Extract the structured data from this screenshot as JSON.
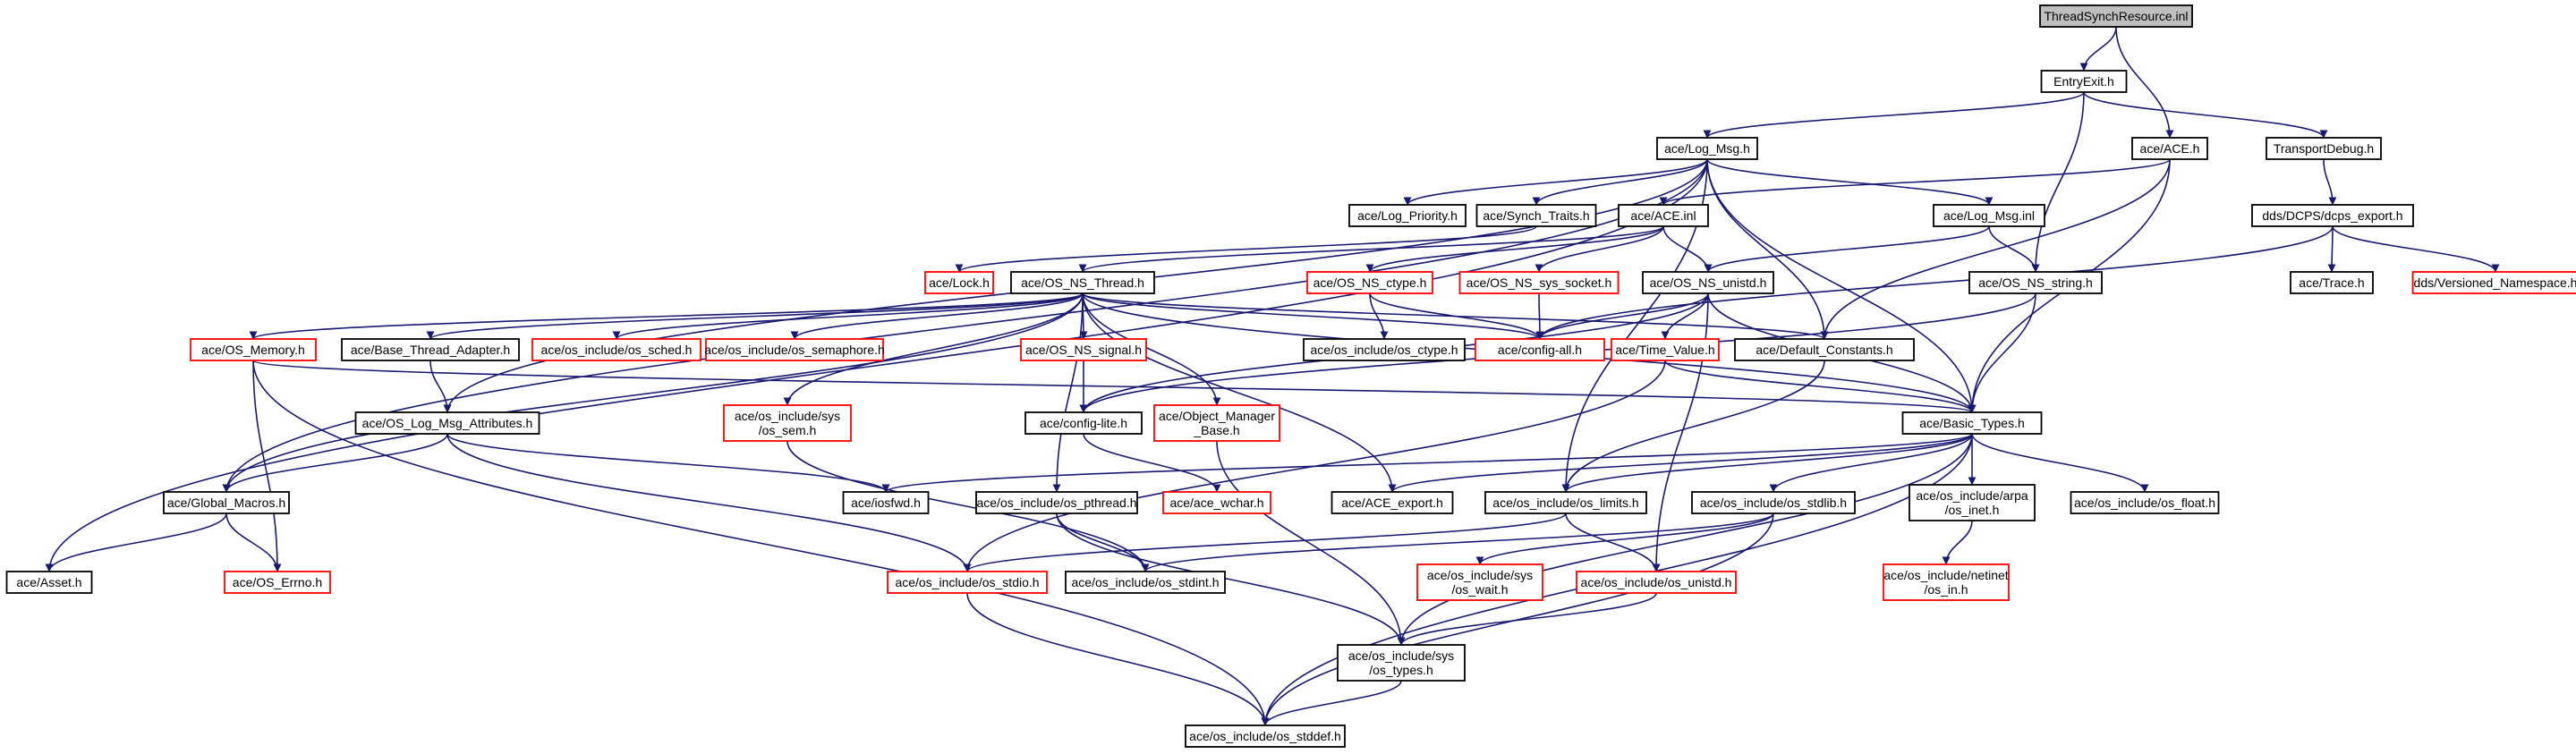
{
  "diagram": {
    "colors": {
      "edge": "#191970",
      "normal_border": "#000000",
      "normal_fill": "#ffffff",
      "missing_border": "#ff0000",
      "root_fill": "#bfbfbf"
    },
    "nodes": [
      {
        "id": "root",
        "lines": [
          "ThreadSynchResource.inl"
        ],
        "style": "root"
      },
      {
        "id": "entryexit",
        "lines": [
          "EntryExit.h"
        ],
        "style": "normal"
      },
      {
        "id": "ace_h",
        "lines": [
          "ace/ACE.h"
        ],
        "style": "normal"
      },
      {
        "id": "transportdebug",
        "lines": [
          "TransportDebug.h"
        ],
        "style": "normal"
      },
      {
        "id": "log_msg_h",
        "lines": [
          "ace/Log_Msg.h"
        ],
        "style": "normal"
      },
      {
        "id": "dcps_export",
        "lines": [
          "dds/DCPS/dcps_export.h"
        ],
        "style": "normal"
      },
      {
        "id": "log_priority",
        "lines": [
          "ace/Log_Priority.h"
        ],
        "style": "normal"
      },
      {
        "id": "synch_traits",
        "lines": [
          "ace/Synch_Traits.h"
        ],
        "style": "normal"
      },
      {
        "id": "ace_inl",
        "lines": [
          "ace/ACE.inl"
        ],
        "style": "normal"
      },
      {
        "id": "log_msg_inl",
        "lines": [
          "ace/Log_Msg.inl"
        ],
        "style": "normal"
      },
      {
        "id": "lock_h",
        "lines": [
          "ace/Lock.h"
        ],
        "style": "missing"
      },
      {
        "id": "os_ns_thread",
        "lines": [
          "ace/OS_NS_Thread.h"
        ],
        "style": "normal"
      },
      {
        "id": "os_ns_ctype",
        "lines": [
          "ace/OS_NS_ctype.h"
        ],
        "style": "missing"
      },
      {
        "id": "os_ns_sys_socket",
        "lines": [
          "ace/OS_NS_sys_socket.h"
        ],
        "style": "missing"
      },
      {
        "id": "os_ns_unistd",
        "lines": [
          "ace/OS_NS_unistd.h"
        ],
        "style": "normal"
      },
      {
        "id": "os_ns_string",
        "lines": [
          "ace/OS_NS_string.h"
        ],
        "style": "normal"
      },
      {
        "id": "trace_h",
        "lines": [
          "ace/Trace.h"
        ],
        "style": "normal"
      },
      {
        "id": "versioned_ns",
        "lines": [
          "dds/Versioned_Namespace.h"
        ],
        "style": "missing"
      },
      {
        "id": "os_memory",
        "lines": [
          "ace/OS_Memory.h"
        ],
        "style": "missing"
      },
      {
        "id": "base_thread_adapter",
        "lines": [
          "ace/Base_Thread_Adapter.h"
        ],
        "style": "normal"
      },
      {
        "id": "os_sched",
        "lines": [
          "ace/os_include/os_sched.h"
        ],
        "style": "missing"
      },
      {
        "id": "os_semaphore",
        "lines": [
          "ace/os_include/os_semaphore.h"
        ],
        "style": "missing"
      },
      {
        "id": "os_ns_signal",
        "lines": [
          "ace/OS_NS_signal.h"
        ],
        "style": "missing"
      },
      {
        "id": "os_ctype",
        "lines": [
          "ace/os_include/os_ctype.h"
        ],
        "style": "normal"
      },
      {
        "id": "config_all",
        "lines": [
          "ace/config-all.h"
        ],
        "style": "missing"
      },
      {
        "id": "time_value",
        "lines": [
          "ace/Time_Value.h"
        ],
        "style": "missing"
      },
      {
        "id": "default_constants",
        "lines": [
          "ace/Default_Constants.h"
        ],
        "style": "normal"
      },
      {
        "id": "os_sys_sem",
        "lines": [
          "ace/os_include/sys",
          "/os_sem.h"
        ],
        "style": "missing"
      },
      {
        "id": "config_lite",
        "lines": [
          "ace/config-lite.h"
        ],
        "style": "normal"
      },
      {
        "id": "object_manager_base",
        "lines": [
          "ace/Object_Manager",
          "_Base.h"
        ],
        "style": "missing"
      },
      {
        "id": "basic_types",
        "lines": [
          "ace/Basic_Types.h"
        ],
        "style": "normal"
      },
      {
        "id": "os_log_msg_attributes",
        "lines": [
          "ace/OS_Log_Msg_Attributes.h"
        ],
        "style": "normal"
      },
      {
        "id": "global_macros",
        "lines": [
          "ace/Global_Macros.h"
        ],
        "style": "normal"
      },
      {
        "id": "iosfwd",
        "lines": [
          "ace/iosfwd.h"
        ],
        "style": "normal"
      },
      {
        "id": "ace_wchar",
        "lines": [
          "ace/ace_wchar.h"
        ],
        "style": "missing"
      },
      {
        "id": "os_pthread",
        "lines": [
          "ace/os_include/os_pthread.h"
        ],
        "style": "normal"
      },
      {
        "id": "ace_export",
        "lines": [
          "ace/ACE_export.h"
        ],
        "style": "normal"
      },
      {
        "id": "os_limits",
        "lines": [
          "ace/os_include/os_limits.h"
        ],
        "style": "normal"
      },
      {
        "id": "os_stdlib",
        "lines": [
          "ace/os_include/os_stdlib.h"
        ],
        "style": "normal"
      },
      {
        "id": "arpa_inet",
        "lines": [
          "ace/os_include/arpa",
          "/os_inet.h"
        ],
        "style": "normal"
      },
      {
        "id": "os_float",
        "lines": [
          "ace/os_include/os_float.h"
        ],
        "style": "normal"
      },
      {
        "id": "asset_h",
        "lines": [
          "ace/Asset.h"
        ],
        "style": "normal"
      },
      {
        "id": "os_errno",
        "lines": [
          "ace/OS_Errno.h"
        ],
        "style": "missing"
      },
      {
        "id": "os_stdio",
        "lines": [
          "ace/os_include/os_stdio.h"
        ],
        "style": "missing"
      },
      {
        "id": "os_stdint",
        "lines": [
          "ace/os_include/os_stdint.h"
        ],
        "style": "normal"
      },
      {
        "id": "sys_os_wait",
        "lines": [
          "ace/os_include/sys",
          "/os_wait.h"
        ],
        "style": "missing"
      },
      {
        "id": "os_unistd",
        "lines": [
          "ace/os_include/os_unistd.h"
        ],
        "style": "missing"
      },
      {
        "id": "netinet_os_in",
        "lines": [
          "ace/os_include/netinet",
          "/os_in.h"
        ],
        "style": "missing"
      },
      {
        "id": "sys_os_types",
        "lines": [
          "ace/os_include/sys",
          "/os_types.h"
        ],
        "style": "normal"
      },
      {
        "id": "os_stddef",
        "lines": [
          "ace/os_include/os_stddef.h"
        ],
        "style": "normal"
      }
    ],
    "edges": [
      [
        "root",
        "entryexit"
      ],
      [
        "root",
        "ace_h"
      ],
      [
        "entryexit",
        "log_msg_h"
      ],
      [
        "entryexit",
        "transportdebug"
      ],
      [
        "entryexit",
        "os_ns_string"
      ],
      [
        "transportdebug",
        "dcps_export"
      ],
      [
        "dcps_export",
        "trace_h"
      ],
      [
        "dcps_export",
        "versioned_ns"
      ],
      [
        "dcps_export",
        "config_all"
      ],
      [
        "ace_h",
        "ace_inl"
      ],
      [
        "ace_h",
        "default_constants"
      ],
      [
        "ace_h",
        "basic_types"
      ],
      [
        "log_msg_h",
        "log_priority"
      ],
      [
        "log_msg_h",
        "synch_traits"
      ],
      [
        "log_msg_h",
        "log_msg_inl"
      ],
      [
        "log_msg_h",
        "default_constants"
      ],
      [
        "log_msg_h",
        "basic_types"
      ],
      [
        "log_msg_h",
        "os_limits"
      ],
      [
        "log_msg_h",
        "os_log_msg_attributes"
      ],
      [
        "log_msg_h",
        "global_macros"
      ],
      [
        "log_msg_h",
        "asset_h"
      ],
      [
        "synch_traits",
        "lock_h"
      ],
      [
        "ace_inl",
        "os_ns_thread"
      ],
      [
        "ace_inl",
        "os_ns_ctype"
      ],
      [
        "ace_inl",
        "os_ns_sys_socket"
      ],
      [
        "ace_inl",
        "os_ns_unistd"
      ],
      [
        "log_msg_inl",
        "os_ns_unistd"
      ],
      [
        "log_msg_inl",
        "os_ns_string"
      ],
      [
        "os_ns_ctype",
        "os_ctype"
      ],
      [
        "os_ns_ctype",
        "config_all"
      ],
      [
        "os_ns_sys_socket",
        "config_all"
      ],
      [
        "os_ns_unistd",
        "config_all"
      ],
      [
        "os_ns_unistd",
        "time_value"
      ],
      [
        "os_ns_unistd",
        "basic_types"
      ],
      [
        "os_ns_unistd",
        "os_unistd"
      ],
      [
        "os_ns_unistd",
        "config_lite"
      ],
      [
        "os_ns_string",
        "basic_types"
      ],
      [
        "os_ns_string",
        "config_lite"
      ],
      [
        "os_ns_thread",
        "os_memory"
      ],
      [
        "os_ns_thread",
        "base_thread_adapter"
      ],
      [
        "os_ns_thread",
        "os_sched"
      ],
      [
        "os_ns_thread",
        "os_semaphore"
      ],
      [
        "os_ns_thread",
        "os_ns_signal"
      ],
      [
        "os_ns_thread",
        "config_all"
      ],
      [
        "os_ns_thread",
        "default_constants"
      ],
      [
        "os_ns_thread",
        "os_sys_sem"
      ],
      [
        "os_ns_thread",
        "object_manager_base"
      ],
      [
        "os_ns_thread",
        "basic_types"
      ],
      [
        "os_ns_thread",
        "os_pthread"
      ],
      [
        "os_ns_thread",
        "ace_export"
      ],
      [
        "os_ns_thread",
        "global_macros"
      ],
      [
        "time_value",
        "basic_types"
      ],
      [
        "time_value",
        "os_stdio"
      ],
      [
        "default_constants",
        "os_limits"
      ],
      [
        "os_memory",
        "basic_types"
      ],
      [
        "os_memory",
        "os_errno"
      ],
      [
        "os_memory",
        "os_stddef"
      ],
      [
        "base_thread_adapter",
        "os_log_msg_attributes"
      ],
      [
        "os_ns_signal",
        "config_lite"
      ],
      [
        "config_lite",
        "ace_wchar"
      ],
      [
        "os_sys_sem",
        "os_stdint"
      ],
      [
        "object_manager_base",
        "sys_os_types"
      ],
      [
        "os_log_msg_attributes",
        "global_macros"
      ],
      [
        "os_log_msg_attributes",
        "iosfwd"
      ],
      [
        "os_log_msg_attributes",
        "os_stdio"
      ],
      [
        "global_macros",
        "asset_h"
      ],
      [
        "global_macros",
        "os_errno"
      ],
      [
        "basic_types",
        "ace_export"
      ],
      [
        "basic_types",
        "os_limits"
      ],
      [
        "basic_types",
        "os_stdlib"
      ],
      [
        "basic_types",
        "arpa_inet"
      ],
      [
        "basic_types",
        "os_float"
      ],
      [
        "basic_types",
        "sys_os_types"
      ],
      [
        "basic_types",
        "os_stddef"
      ],
      [
        "basic_types",
        "iosfwd"
      ],
      [
        "os_pthread",
        "os_stdint"
      ],
      [
        "os_pthread",
        "sys_os_types"
      ],
      [
        "os_limits",
        "os_stdio"
      ],
      [
        "os_limits",
        "os_unistd"
      ],
      [
        "os_stdlib",
        "os_stdint"
      ],
      [
        "os_stdlib",
        "sys_os_wait"
      ],
      [
        "os_stdlib",
        "os_stddef"
      ],
      [
        "arpa_inet",
        "netinet_os_in"
      ],
      [
        "os_stdio",
        "os_stddef"
      ],
      [
        "os_unistd",
        "sys_os_types"
      ],
      [
        "sys_os_types",
        "os_stddef"
      ]
    ]
  }
}
